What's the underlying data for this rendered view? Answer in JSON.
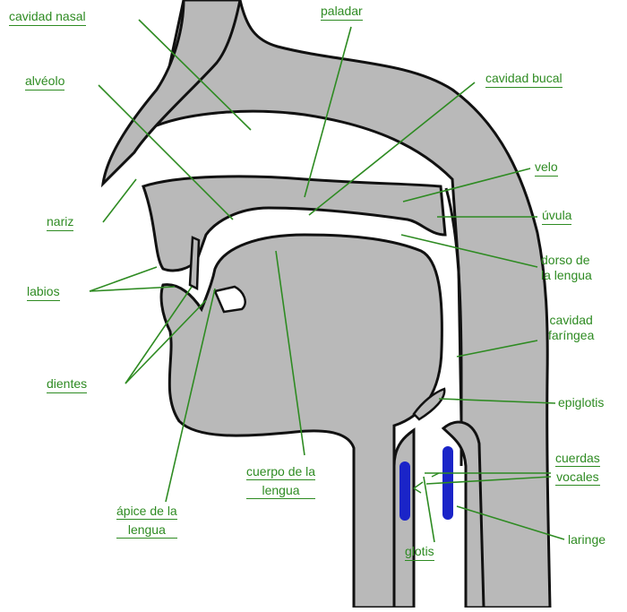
{
  "colors": {
    "tissue": "#b9b9b9",
    "outline": "#111111",
    "leader": "#2e8b22",
    "label_text": "#2e8b22",
    "vocal_cords": "#1a24c8",
    "background": "#ffffff"
  },
  "labels": {
    "cavidad_nasal": "cavidad nasal",
    "paladar": "paladar",
    "alveolo": "alvéolo",
    "cavidad_bucal": "cavidad bucal",
    "velo": "velo",
    "nariz": "nariz",
    "uvula": "úvula",
    "dorso_1": "dorso de",
    "dorso_2": "la lengua",
    "labios": "labios",
    "faringea_1": "cavidad",
    "faringea_2": "faríngea",
    "dientes": "dientes",
    "epiglotis": "epiglotis",
    "cuerdas_1": "cuerdas",
    "cuerdas_2": "vocales",
    "cuerpo_1": "cuerpo de la",
    "cuerpo_2": "lengua",
    "apice_1": "ápice de la",
    "apice_2": "lengua",
    "laringe": "laringe",
    "glotis": "glotis"
  }
}
